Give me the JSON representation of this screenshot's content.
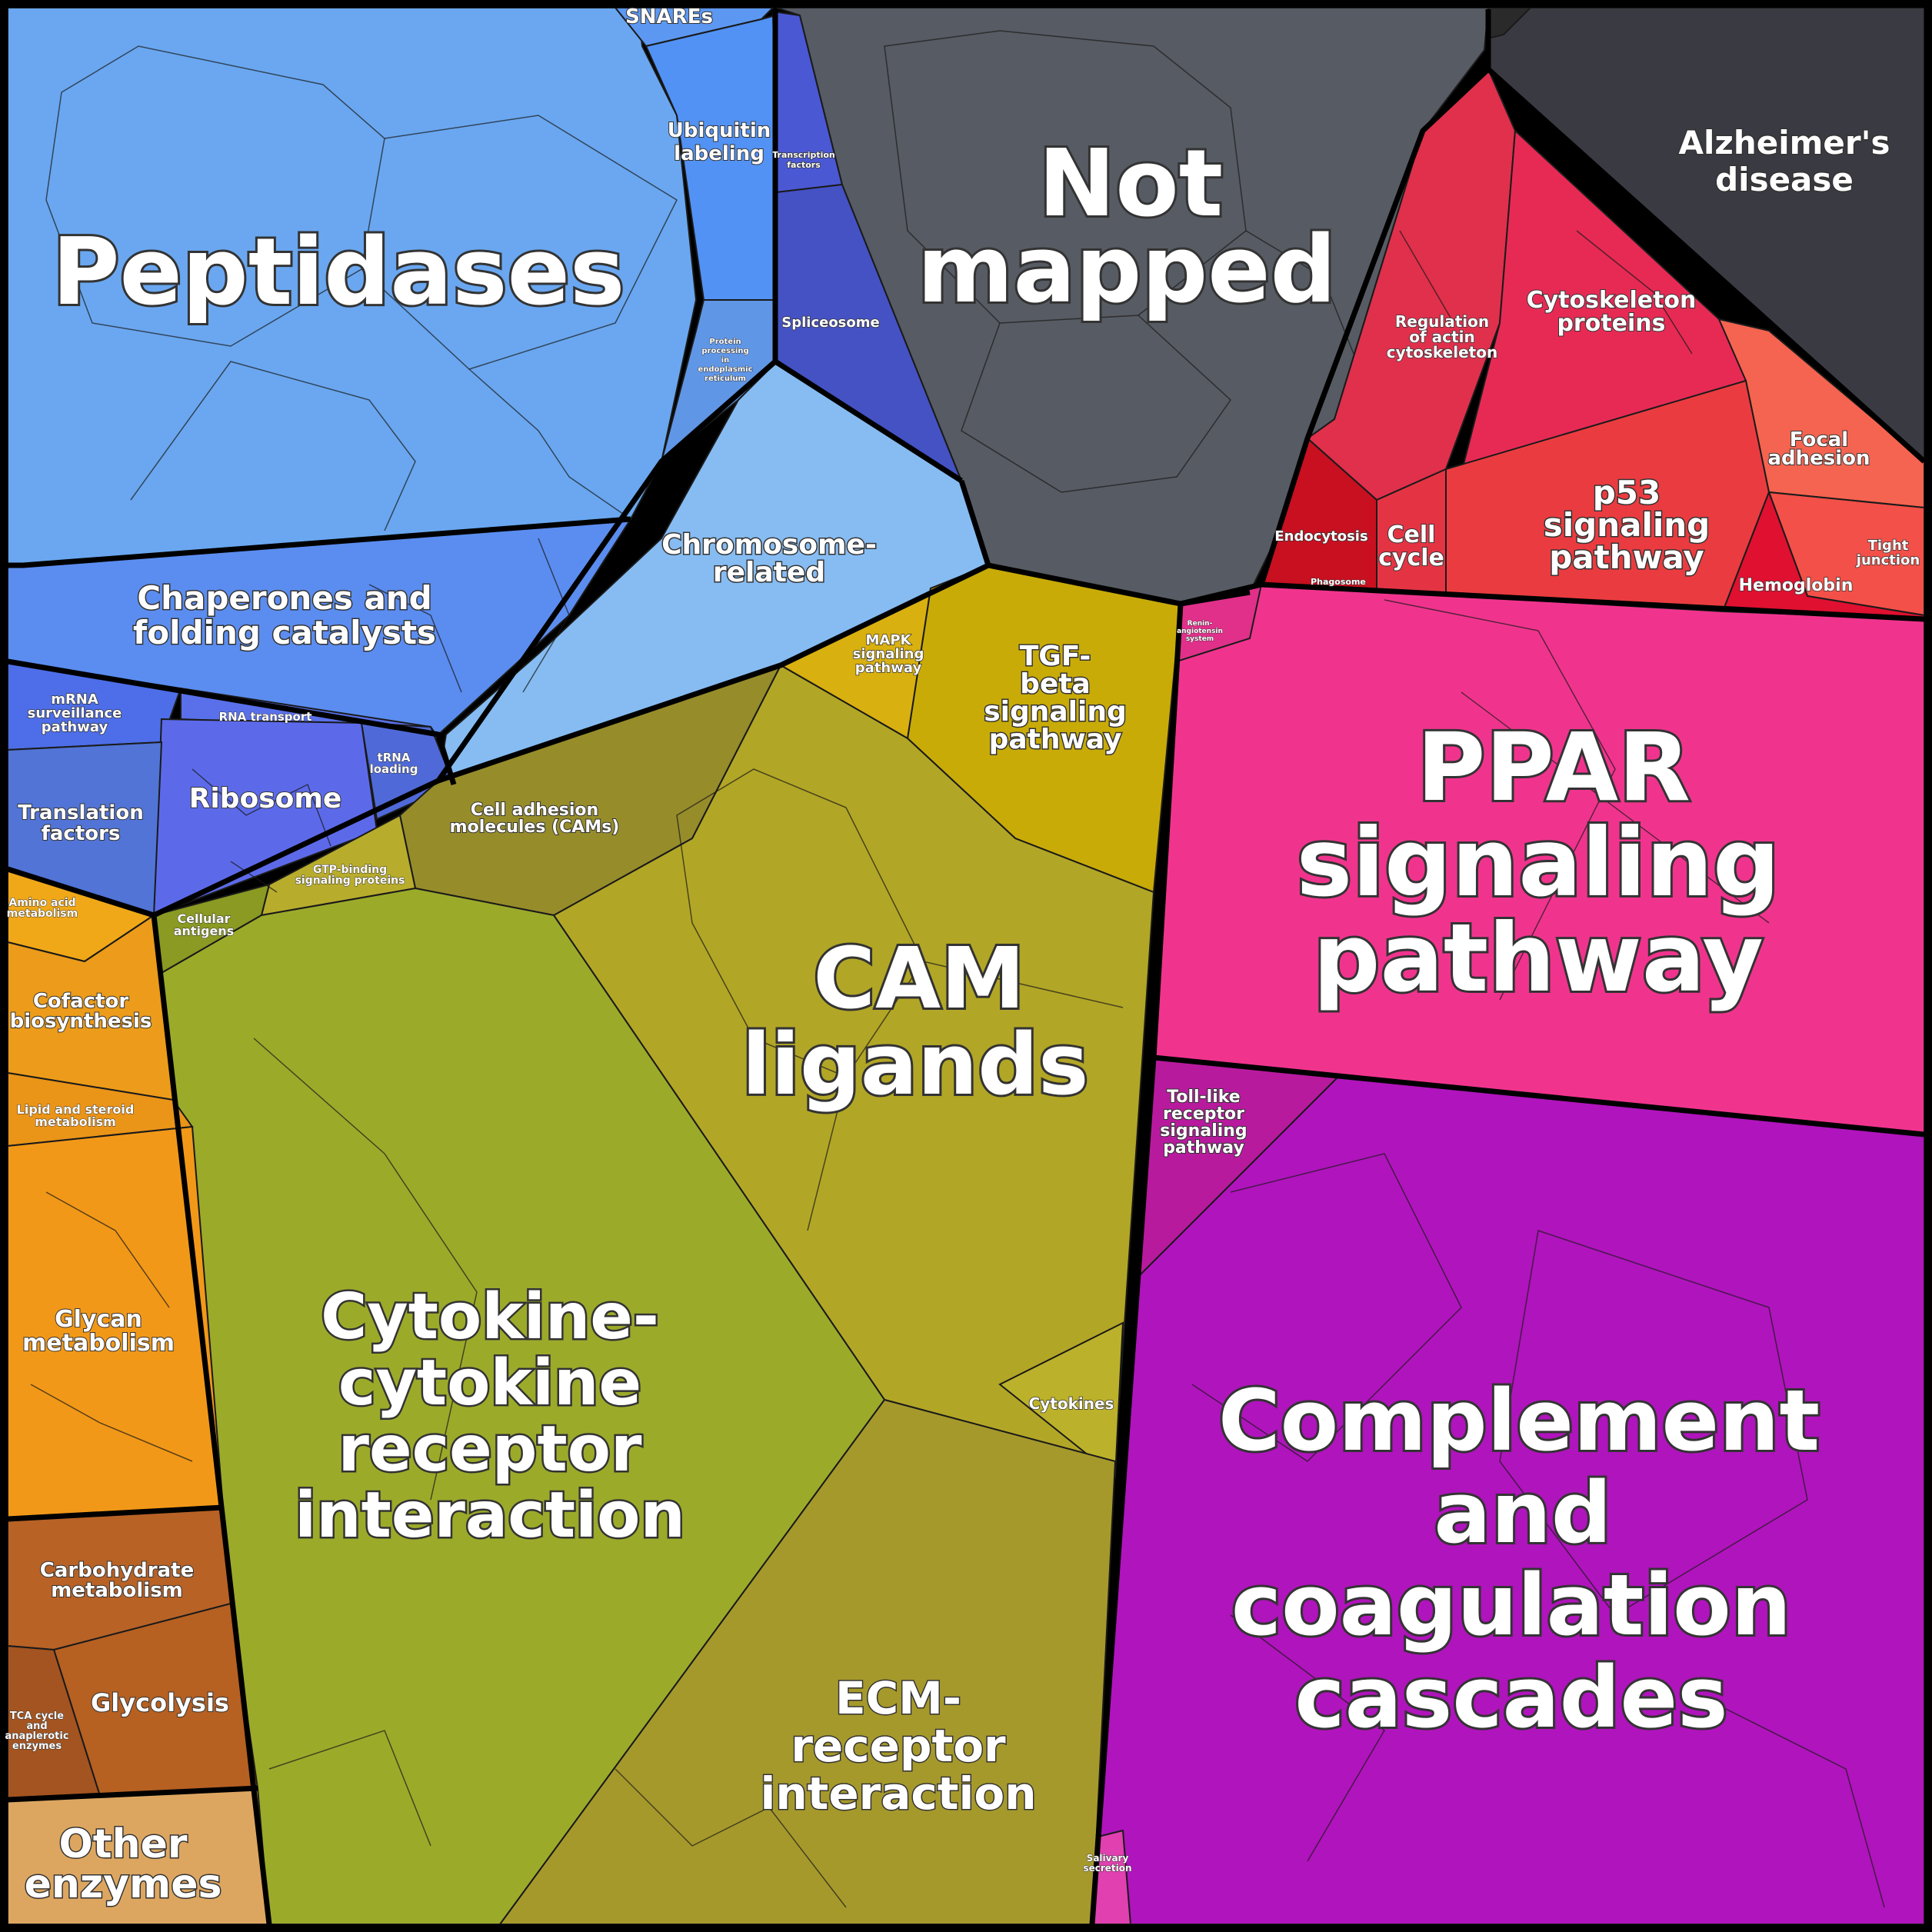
{
  "labels": {
    "peptidases": "Peptidases",
    "snares": "SNAREs",
    "ubiquitin": "Ubiquitin labeling",
    "transcription": "Transcription factors",
    "spliceosome": "Spliceosome",
    "protein_processing": "Protein processing in endoplasmic reticulum",
    "not_mapped": "Not mapped",
    "alzheimers": "Alzheimer's disease",
    "regulation_actin": "Regulation of actin cytoskeleton",
    "cytoskeleton": "Cytoskeleton proteins",
    "focal_adhesion": "Focal adhesion",
    "tight_junction": "Tight junction",
    "p53": "p53 signaling pathway",
    "cell_cycle": "Cell cycle",
    "endocytosis": "Endocytosis",
    "phagosome": "Phagosome",
    "hemoglobin": "Hemoglobin",
    "chromosome": "Chromosome-related",
    "chaperones": "Chaperones and folding catalysts",
    "mrna": "mRNA surveillance pathway",
    "rna_transport": "RNA transport",
    "ribosome": "Ribosome",
    "trna": "tRNA loading",
    "translation": "Translation factors",
    "mapk": "MAPK signaling pathway",
    "tgf": "TGF-beta signaling pathway",
    "renin": "Renin-angiotensin system",
    "ppar": "PPAR signaling pathway",
    "cam_ligands": "CAM ligands",
    "cell_adhesion": "Cell adhesion molecules (CAMs)",
    "gtp": "GTP-binding signaling proteins",
    "cellular_antigens": "Cellular antigens",
    "cytokine": "Cytokine-cytokine receptor interaction",
    "cytokines": "Cytokines",
    "ecm": "ECM-receptor interaction",
    "toll": "Toll-like receptor signaling pathway",
    "complement": "Complement and coagulation cascades",
    "salivary": "Salivary secretion",
    "amino_acid": "Amino acid metabolism",
    "cofactor": "Cofactor biosynthesis",
    "lipid": "Lipid and steroid metabolism",
    "glycan": "Glycan metabolism",
    "carbohydrate": "Carbohydrate metabolism",
    "glycolysis": "Glycolysis",
    "tca": "TCA cycle and anaplerotic enzymes",
    "other_enzymes": "Other enzymes"
  },
  "colors": {
    "peptidases": "#6aa7f0",
    "not_mapped": "#575b63",
    "alzheimers": "#3a3a42",
    "red": "#e0304c",
    "focal": "#f56450",
    "hemoglobin": "#e01030",
    "ppar": "#f0348e",
    "complement": "#b014bc",
    "cytokine": "#9caa2a",
    "cam": "#b2a626",
    "tgf": "#c9ab08",
    "chromosome": "#86bcf2",
    "chaperones": "#5b8df0",
    "ribosome": "#5c6aea",
    "spliceosome": "#4552c4",
    "orange": "#f29818",
    "brown": "#b86226",
    "other_enzymes": "#dda660"
  }
}
